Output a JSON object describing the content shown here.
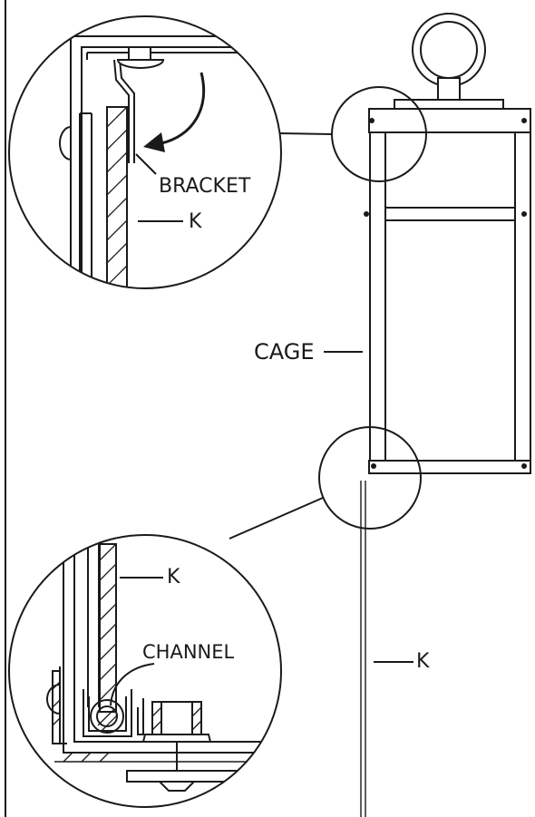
{
  "labels": {
    "bracket": "BRACKET",
    "k_top": "K",
    "cage": "CAGE",
    "k_bottom_detail": "K",
    "channel": "CHANNEL",
    "k_rod": "K"
  },
  "colors": {
    "ink": "#1a1a1a",
    "background": "#ffffff"
  }
}
